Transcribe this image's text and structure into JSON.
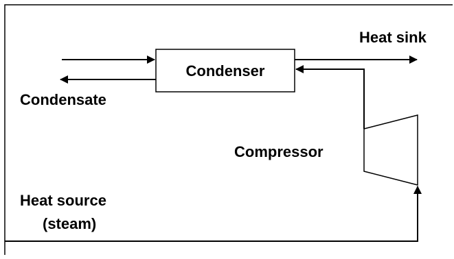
{
  "diagram": {
    "components": {
      "condenser": "Condenser",
      "compressor": "Compressor"
    },
    "labels": {
      "heat_sink": "Heat sink",
      "condensate": "Condensate",
      "heat_source_line1": "Heat source",
      "heat_source_line2": "(steam)"
    }
  }
}
